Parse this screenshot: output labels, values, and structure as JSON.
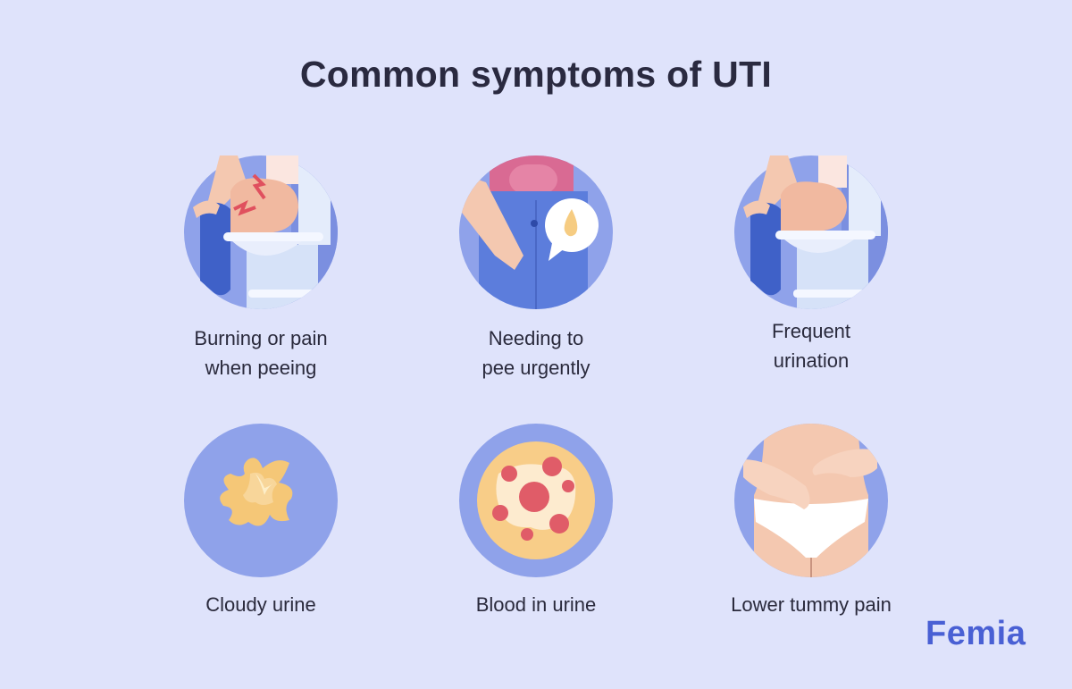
{
  "title": "Common symptoms of UTI",
  "symptoms": [
    {
      "label_line1": "Burning or pain",
      "label_line2": "when peeing",
      "icon": "toilet-pain-icon"
    },
    {
      "label_line1": "Needing to",
      "label_line2": "pee urgently",
      "icon": "urgency-droplet-icon"
    },
    {
      "label_line1": "Frequent",
      "label_line2": "urination",
      "icon": "toilet-icon"
    },
    {
      "label_line1": "Cloudy urine",
      "label_line2": "",
      "icon": "cloudy-splash-icon"
    },
    {
      "label_line1": "Blood in urine",
      "label_line2": "",
      "icon": "blood-cells-icon"
    },
    {
      "label_line1": "Lower tummy pain",
      "label_line2": "",
      "icon": "abdomen-hands-icon"
    }
  ],
  "brand": "Femia",
  "colors": {
    "background": "#dfe3fb",
    "circle": "#8fa2ea",
    "circle_dark": "#7b8fe0",
    "skin": "#f4c8b0",
    "jeans": "#4b6fd6",
    "accent_red": "#e05c68",
    "urine": "#f6cc82",
    "brand": "#4960d4",
    "title": "#2a2a40"
  }
}
